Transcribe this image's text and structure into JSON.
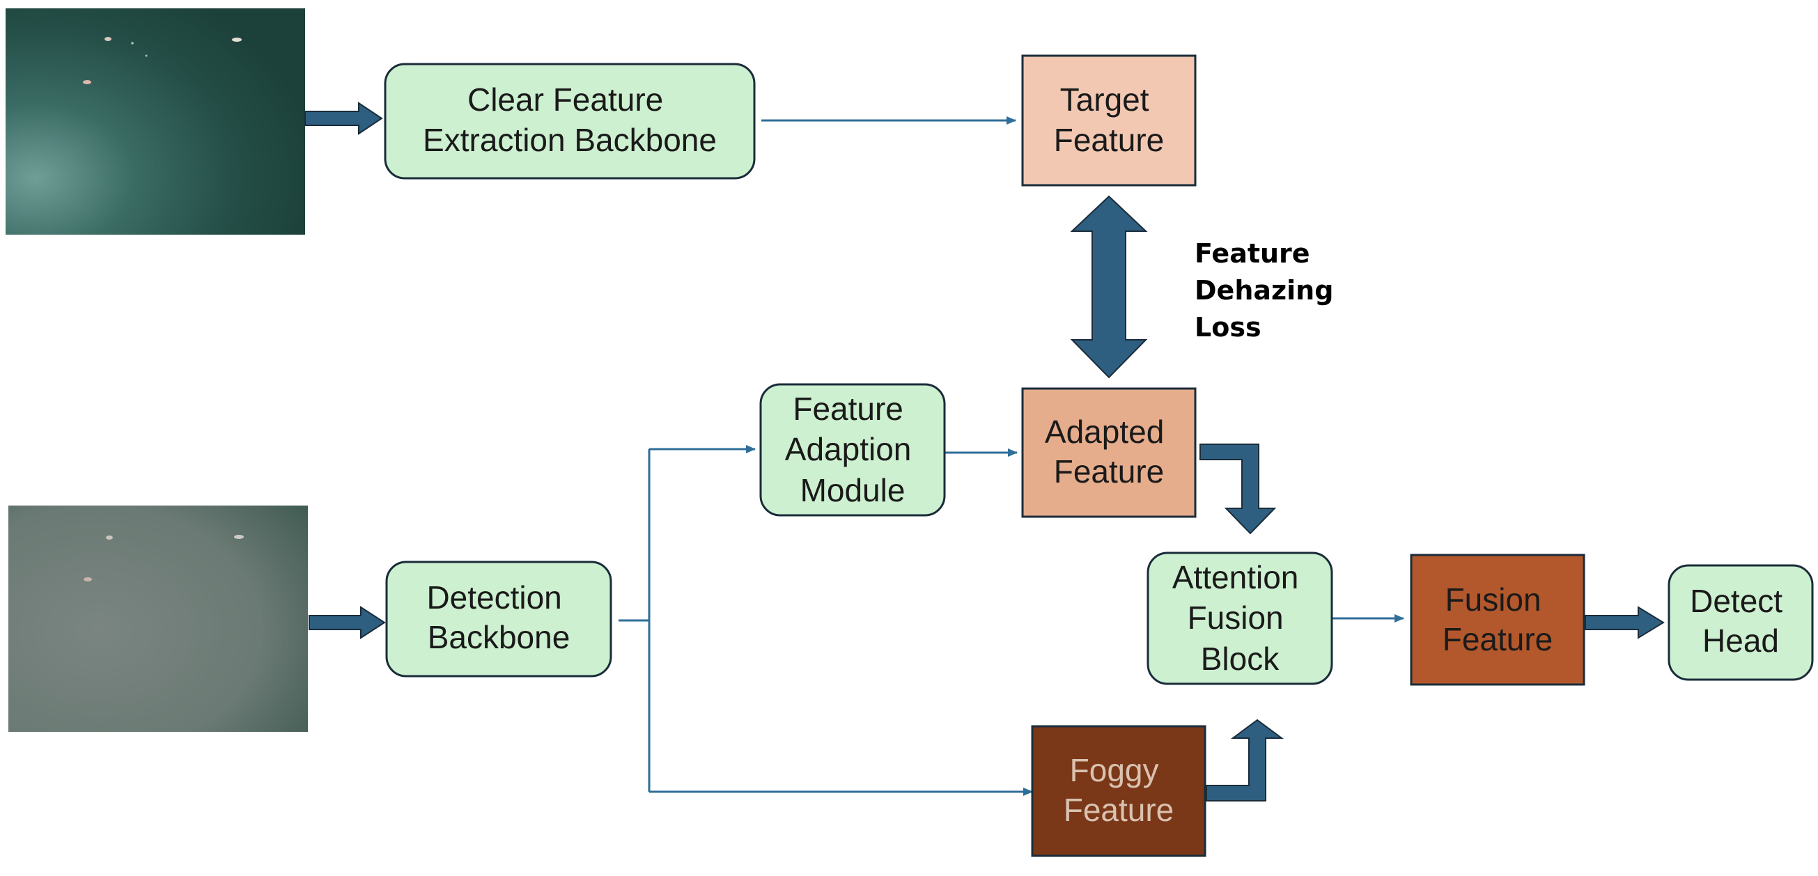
{
  "nodes": {
    "clear_backbone": {
      "lines": [
        "Clear Feature",
        "Extraction Backbone"
      ]
    },
    "target_feature": {
      "lines": [
        "Target",
        "Feature"
      ]
    },
    "detection_backbone": {
      "lines": [
        "Detection",
        "Backbone"
      ]
    },
    "feature_adaption": {
      "lines": [
        "Feature",
        "Adaption",
        "Module"
      ]
    },
    "adapted_feature": {
      "lines": [
        "Adapted",
        "Feature"
      ]
    },
    "attention_fusion": {
      "lines": [
        "Attention",
        "Fusion",
        "Block"
      ]
    },
    "fusion_feature": {
      "lines": [
        "Fusion",
        "Feature"
      ]
    },
    "detect_head": {
      "lines": [
        "Detect",
        "Head"
      ]
    },
    "foggy_feature": {
      "lines": [
        "Foggy",
        "Feature"
      ]
    }
  },
  "loss_label": {
    "lines": [
      "Feature",
      "Dehazing",
      "Loss"
    ]
  },
  "colors": {
    "green_box": "#cdf0d0",
    "box_border": "#1a2c3a",
    "target_box": "#f2c8b2",
    "adapted_box": "#e6ad8c",
    "fusion_box": "#b3582c",
    "foggy_box": "#7b3819",
    "foggy_text": "#d9c2b0",
    "arrow_blue": "#2e5f80",
    "line_blue": "#2f6e99",
    "clear_water": "#1f4a44",
    "foggy_water": "#6f7c75"
  }
}
